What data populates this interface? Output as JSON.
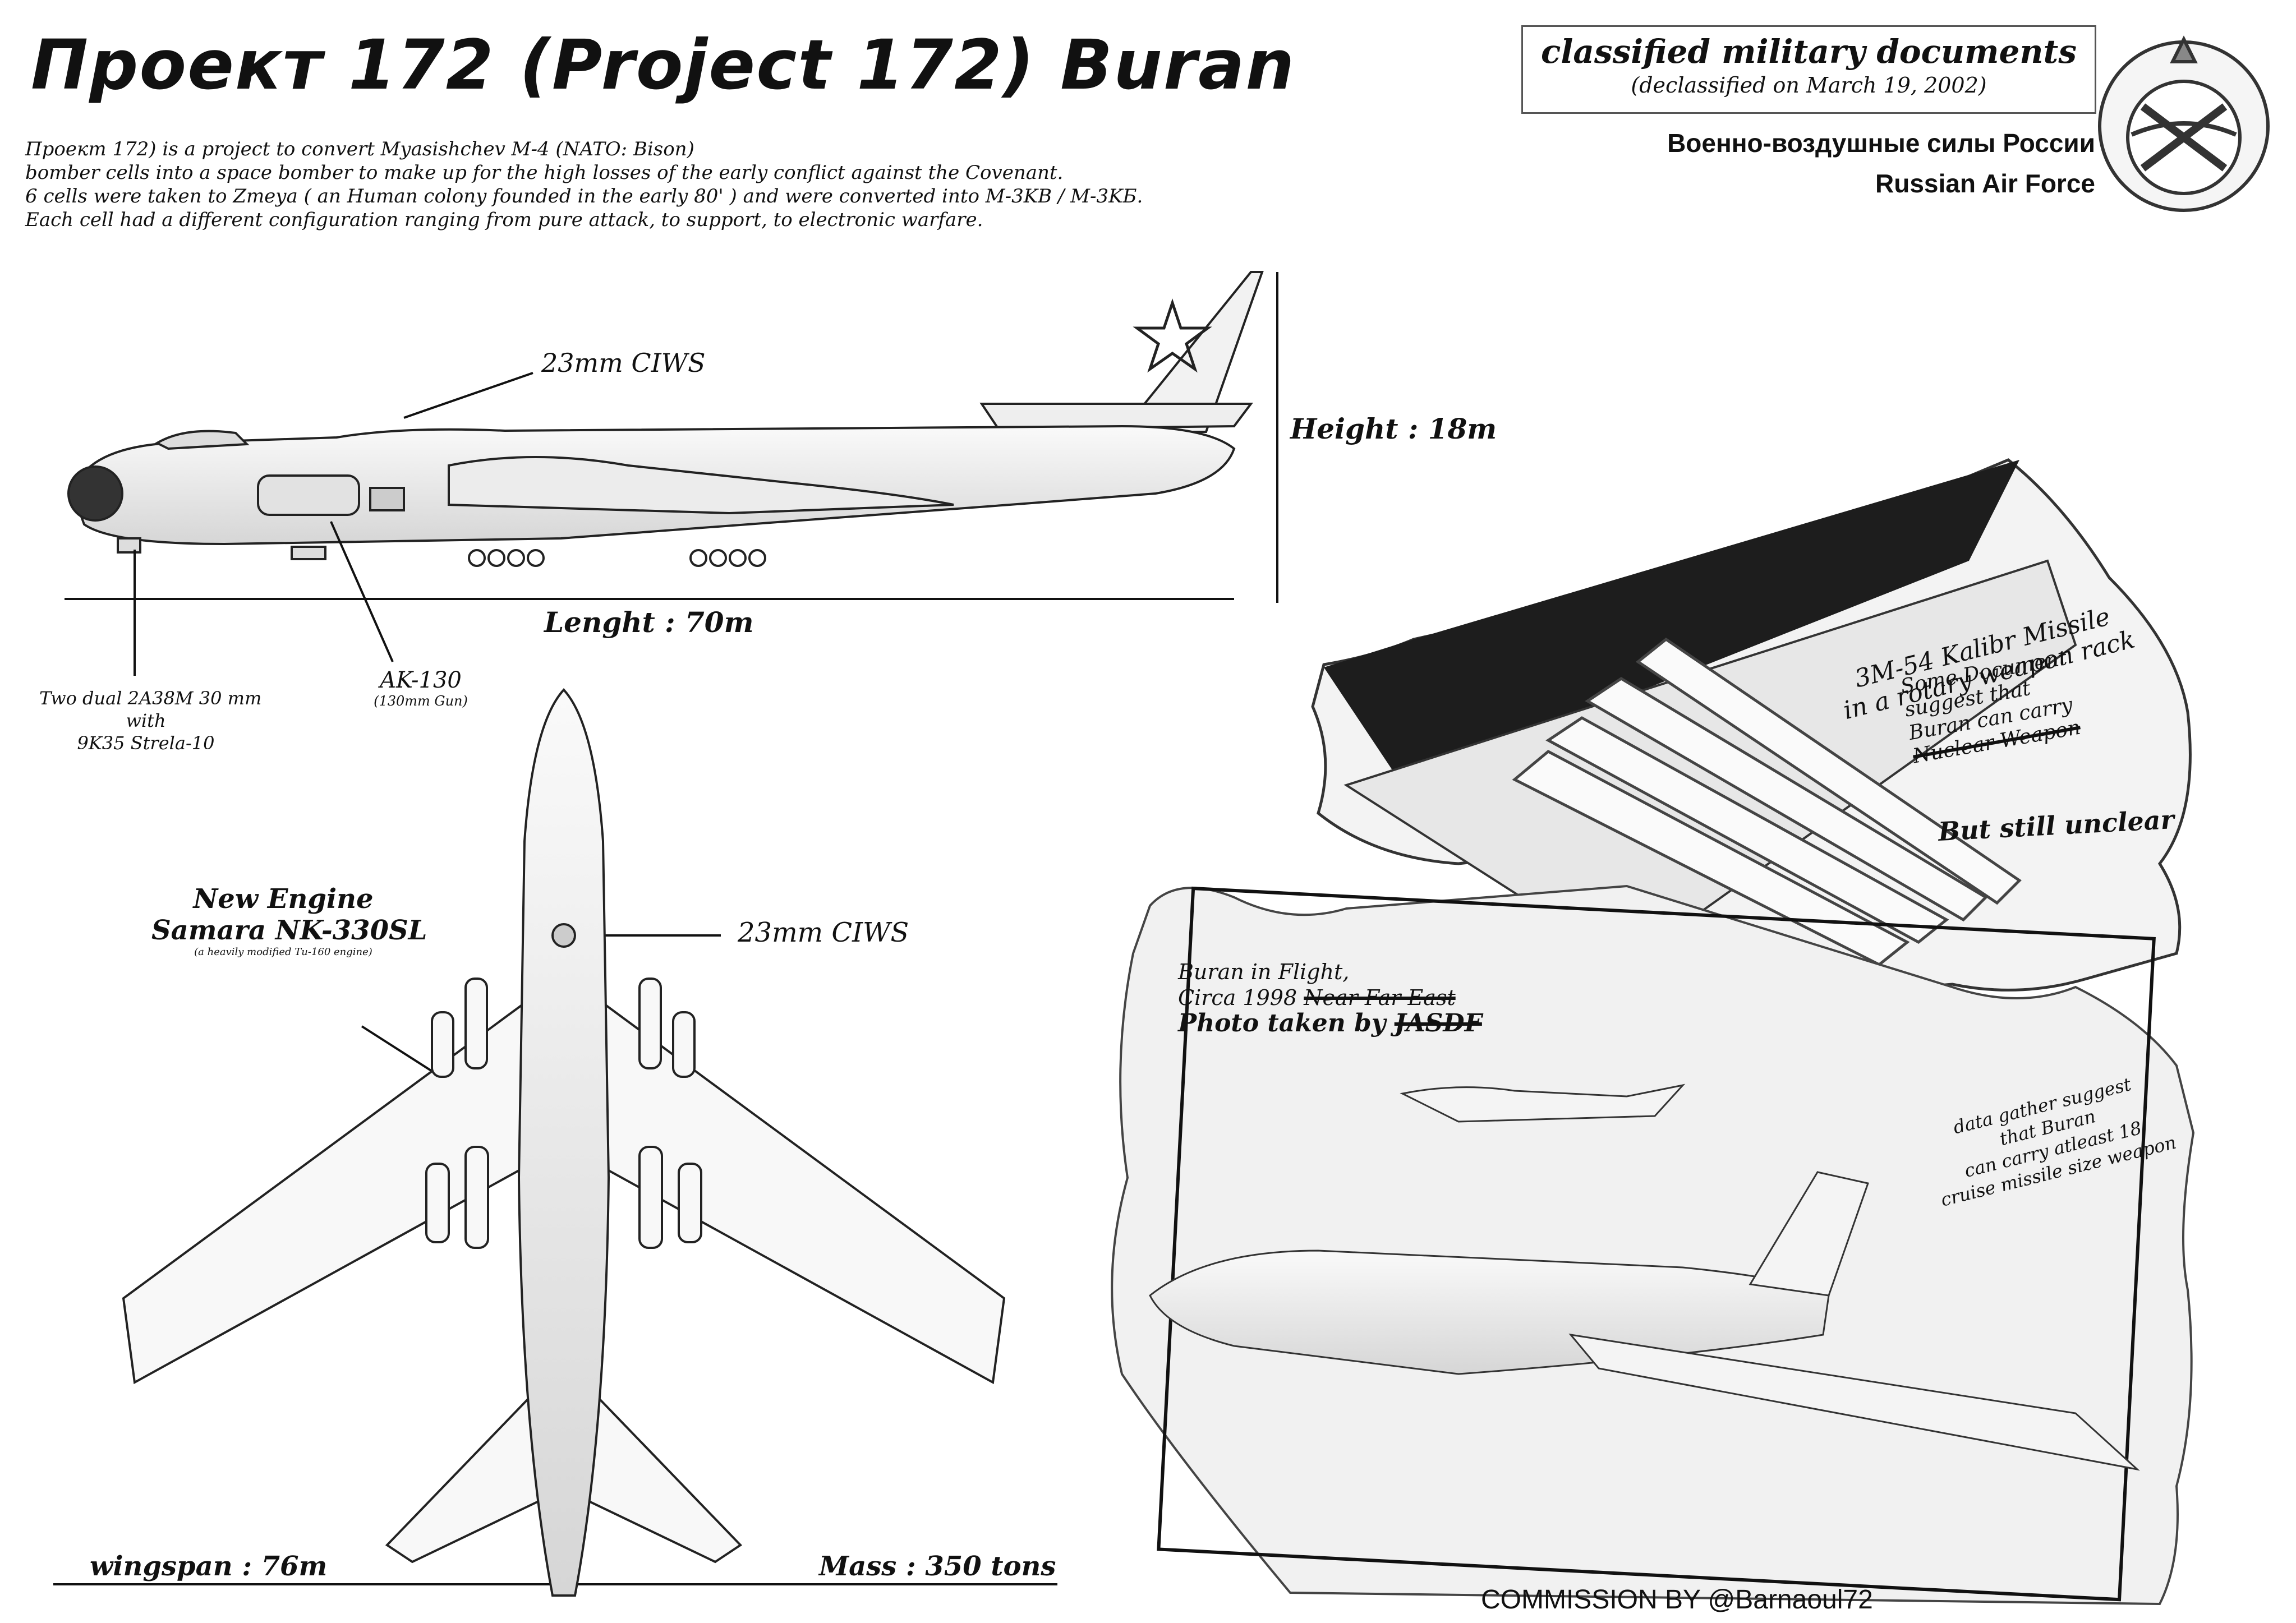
{
  "header": {
    "title": "Проект 172 (Project 172) Buran",
    "intro_lines": [
      "Проект 172) is a project to convert Myasishchev M-4 (NATO: Bison)",
      "bomber cells into a space bomber to make up for the high losses of the early conflict against the Covenant.",
      "6 cells were taken to Zmeya ( an Human colony founded in the early 80' ) and were converted into M-3KB / M-3KБ.",
      "Each cell had a different configuration ranging from pure attack, to support, to electronic warfare."
    ],
    "classified": "classified military documents",
    "declassified": "(declassified on March 19, 2002)",
    "org_ru": "Военно-воздушные силы России",
    "org_en": "Russian Air Force"
  },
  "side_view": {
    "ciws_top": "23mm CIWS",
    "height": "Height : 18m",
    "length": "Lenght : 70m",
    "guns_line1": "Two dual 2A38M 30 mm",
    "guns_line2": "with",
    "guns_line3": "9K35 Strela-10",
    "ak130": "AK-130",
    "ak130_sub": "(130mm Gun)"
  },
  "top_view": {
    "engine_line1": "New Engine",
    "engine_line2": "Samara NK-330SL",
    "engine_sub": "(a heavily modified Tu-160 engine)",
    "ciws": "23mm CIWS",
    "wingspan": "wingspan : 76m",
    "mass": "Mass : 350 tons"
  },
  "photo_missile": {
    "caption_line1": "3M-54 Kalibr Missile",
    "caption_line2": "in a rotary weapon rack",
    "note_line1": "Some Document",
    "note_line2": "suggest that",
    "note_line3": "Buran can carry",
    "note_line4": "Nuclear Weapon",
    "note_unclear": "But still unclear"
  },
  "photo_flight": {
    "line1": "Buran in Flight,",
    "line2_start": "Circa 1998",
    "line2_struck": "Near Far East",
    "line3_start": "Photo taken by",
    "line3_struck": "JASDF",
    "data_line1": "data gather suggest",
    "data_line2": "that Buran",
    "data_line3": "can carry atleast 18",
    "data_line4": "cruise missile size weapon"
  },
  "footer": {
    "commission": "COMMISSION BY @Barnaoul72"
  }
}
